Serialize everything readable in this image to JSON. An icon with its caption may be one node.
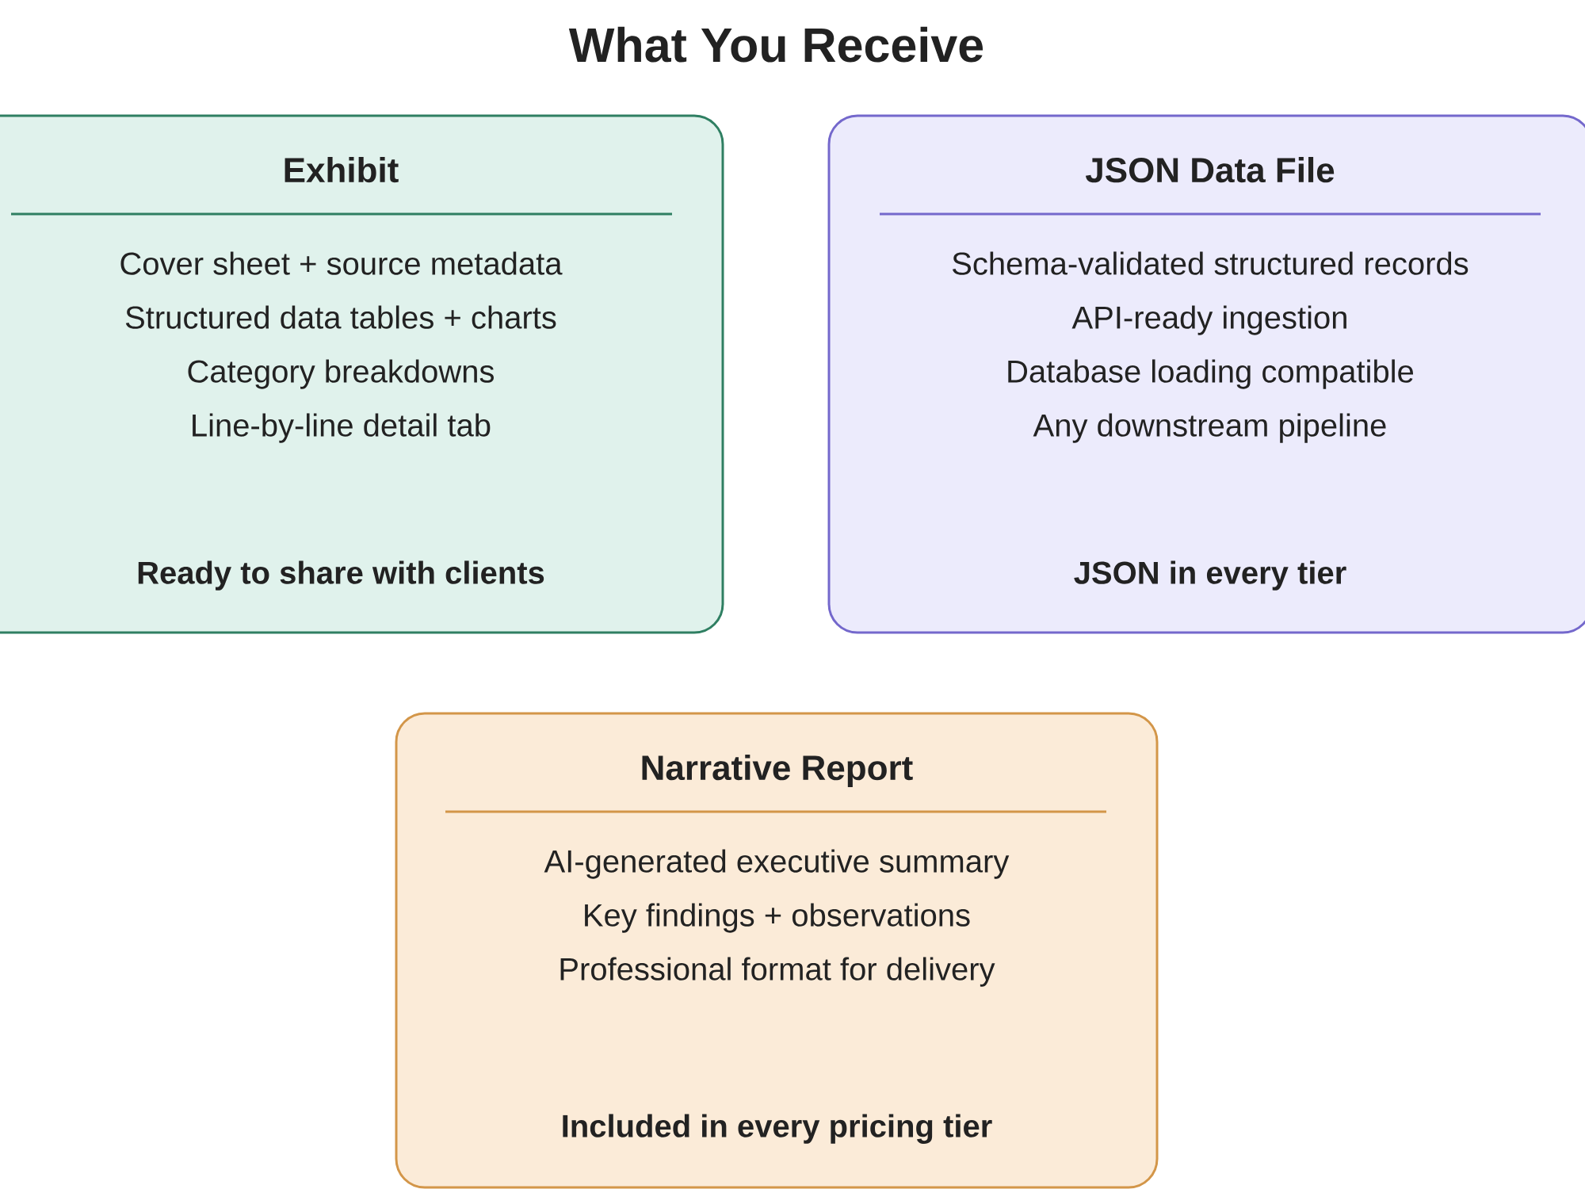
{
  "diagram": {
    "title": "What You Receive",
    "nodes": [
      {
        "text": [
          "Exhibit",
          "Cover sheet + source metadata",
          "Structured data tables + charts",
          "Category breakdowns",
          "Line-by-line detail tab",
          "Ready to share with clients"
        ]
      },
      {
        "text": [
          "JSON Data File",
          "Schema-validated structured records",
          "API-ready ingestion",
          "Database loading compatible",
          "Any downstream pipeline",
          "JSON in every tier"
        ]
      },
      {
        "text": [
          "Narrative Report",
          "AI-generated executive summary",
          "Key findings + observations",
          "Professional format for delivery",
          "Included in every pricing tier"
        ]
      }
    ]
  }
}
